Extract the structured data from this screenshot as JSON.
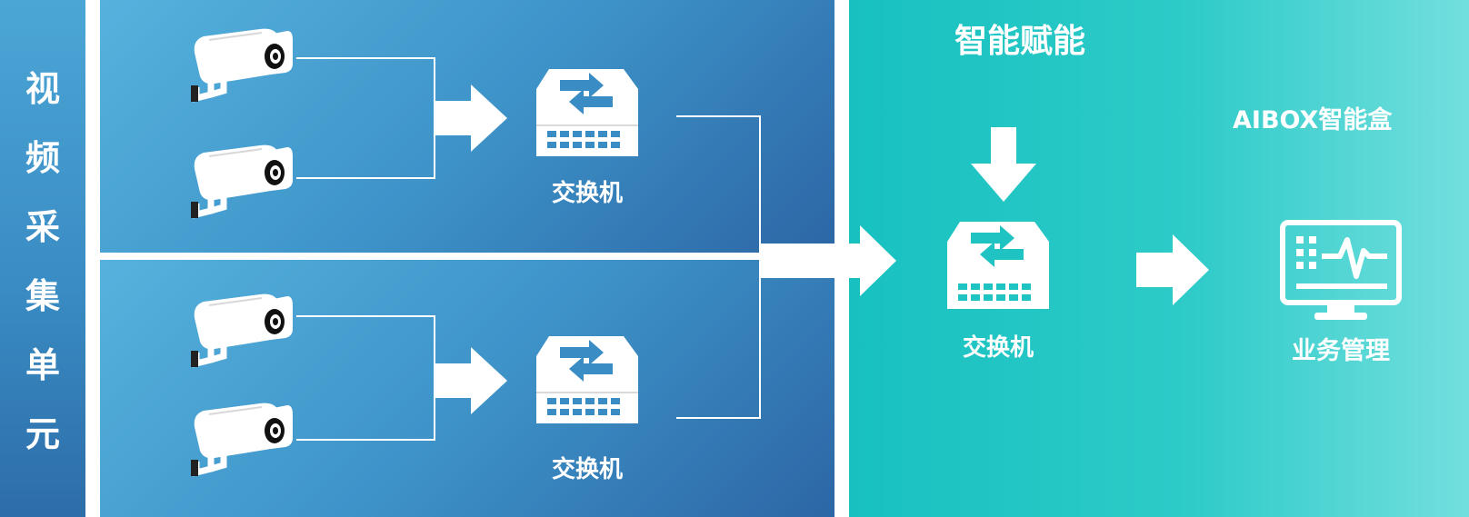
{
  "left_strip": {
    "title": "视频采集单元"
  },
  "switches": [
    {
      "label": "交换机"
    },
    {
      "label": "交换机"
    },
    {
      "label": "交换机"
    }
  ],
  "right_panel": {
    "title": "智能赋能",
    "aibox_label": "AIBOX智能盒",
    "management_label": "业务管理"
  },
  "colors": {
    "left_blue": "#3e94c9",
    "right_teal": "#17c1c0",
    "line_white": "#ffffff"
  },
  "icons": [
    "camera-icon",
    "network-switch-icon",
    "monitor-chart-icon",
    "arrow-right-icon",
    "arrow-down-icon"
  ]
}
